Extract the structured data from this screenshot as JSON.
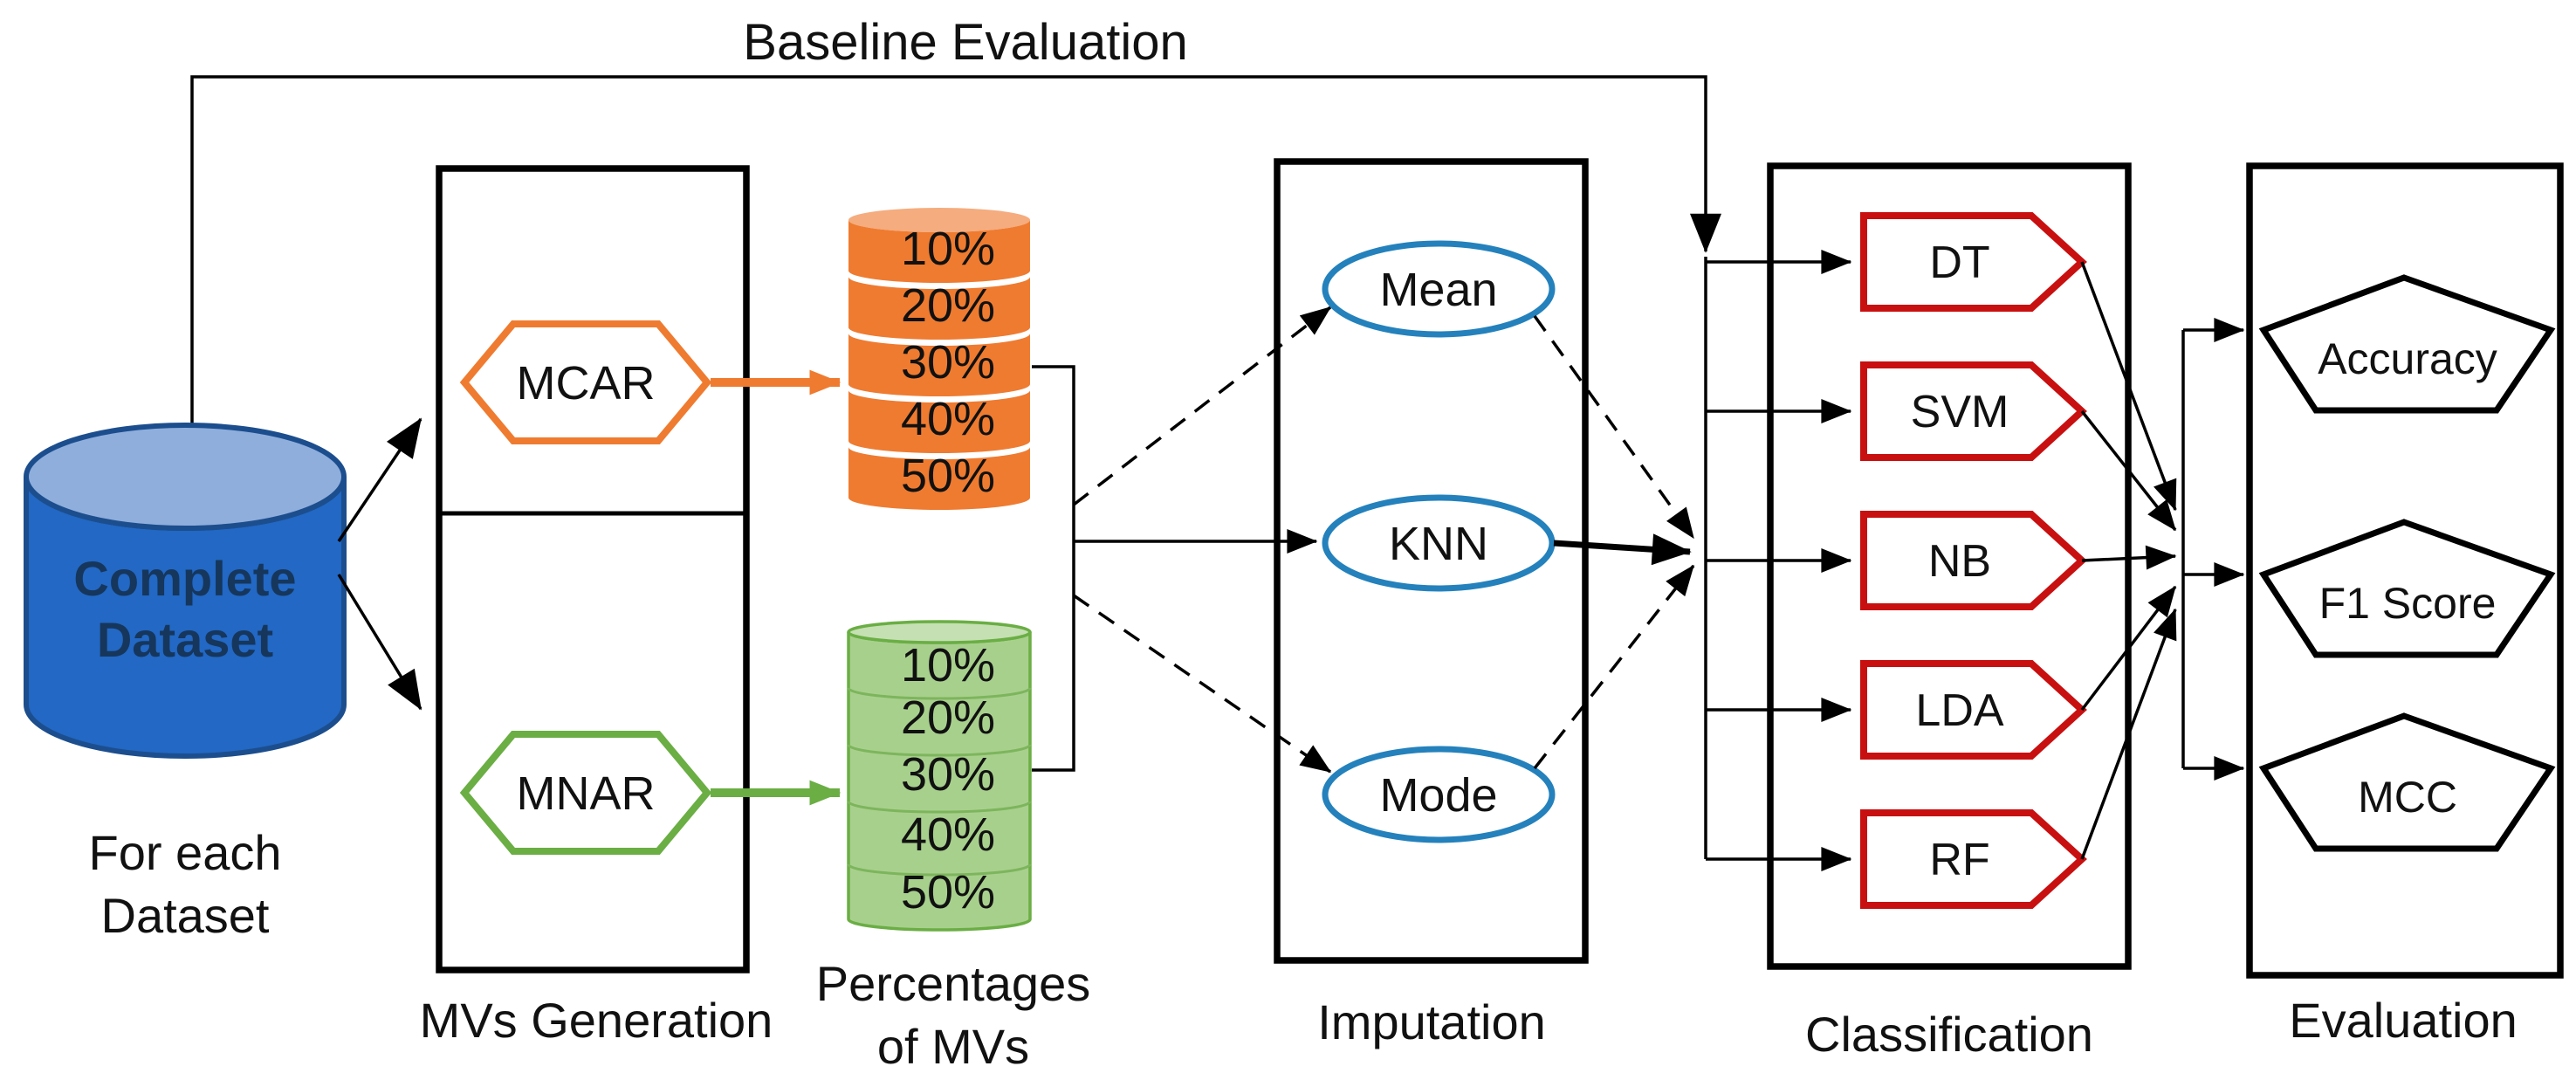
{
  "header": {
    "baseline_label": "Baseline Evaluation"
  },
  "dataset": {
    "name_line1": "Complete",
    "name_line2": "Dataset",
    "caption_line1": "For each",
    "caption_line2": "Dataset"
  },
  "mvs_generation": {
    "caption": "MVs Generation",
    "mechanisms": [
      "MCAR",
      "MNAR"
    ]
  },
  "percentages": {
    "labels": [
      "10%",
      "20%",
      "30%",
      "40%",
      "50%"
    ],
    "caption_line1": "Percentages",
    "caption_line2": "of MVs"
  },
  "imputation": {
    "caption": "Imputation",
    "methods": [
      "Mean",
      "KNN",
      "Mode"
    ]
  },
  "classification": {
    "caption": "Classification",
    "classifiers": [
      "DT",
      "SVM",
      "NB",
      "LDA",
      "RF"
    ]
  },
  "evaluation": {
    "caption": "Evaluation",
    "metrics": [
      "Accuracy",
      "F1 Score",
      "MCC"
    ]
  },
  "colors": {
    "orange": "#EF7B30",
    "orange_light": "#F5AC7E",
    "green": "#6AAE44",
    "green_fill": "#A8D08D",
    "green_light": "#C5E0B3",
    "green_band_line": "#7DB55C",
    "blue_body": "#2268C4",
    "blue_top": "#8FAEDC",
    "blue_outline": "#1C4E8E",
    "imputation_blue": "#2481BC",
    "red": "#C81010",
    "navy_text": "#16365C"
  }
}
